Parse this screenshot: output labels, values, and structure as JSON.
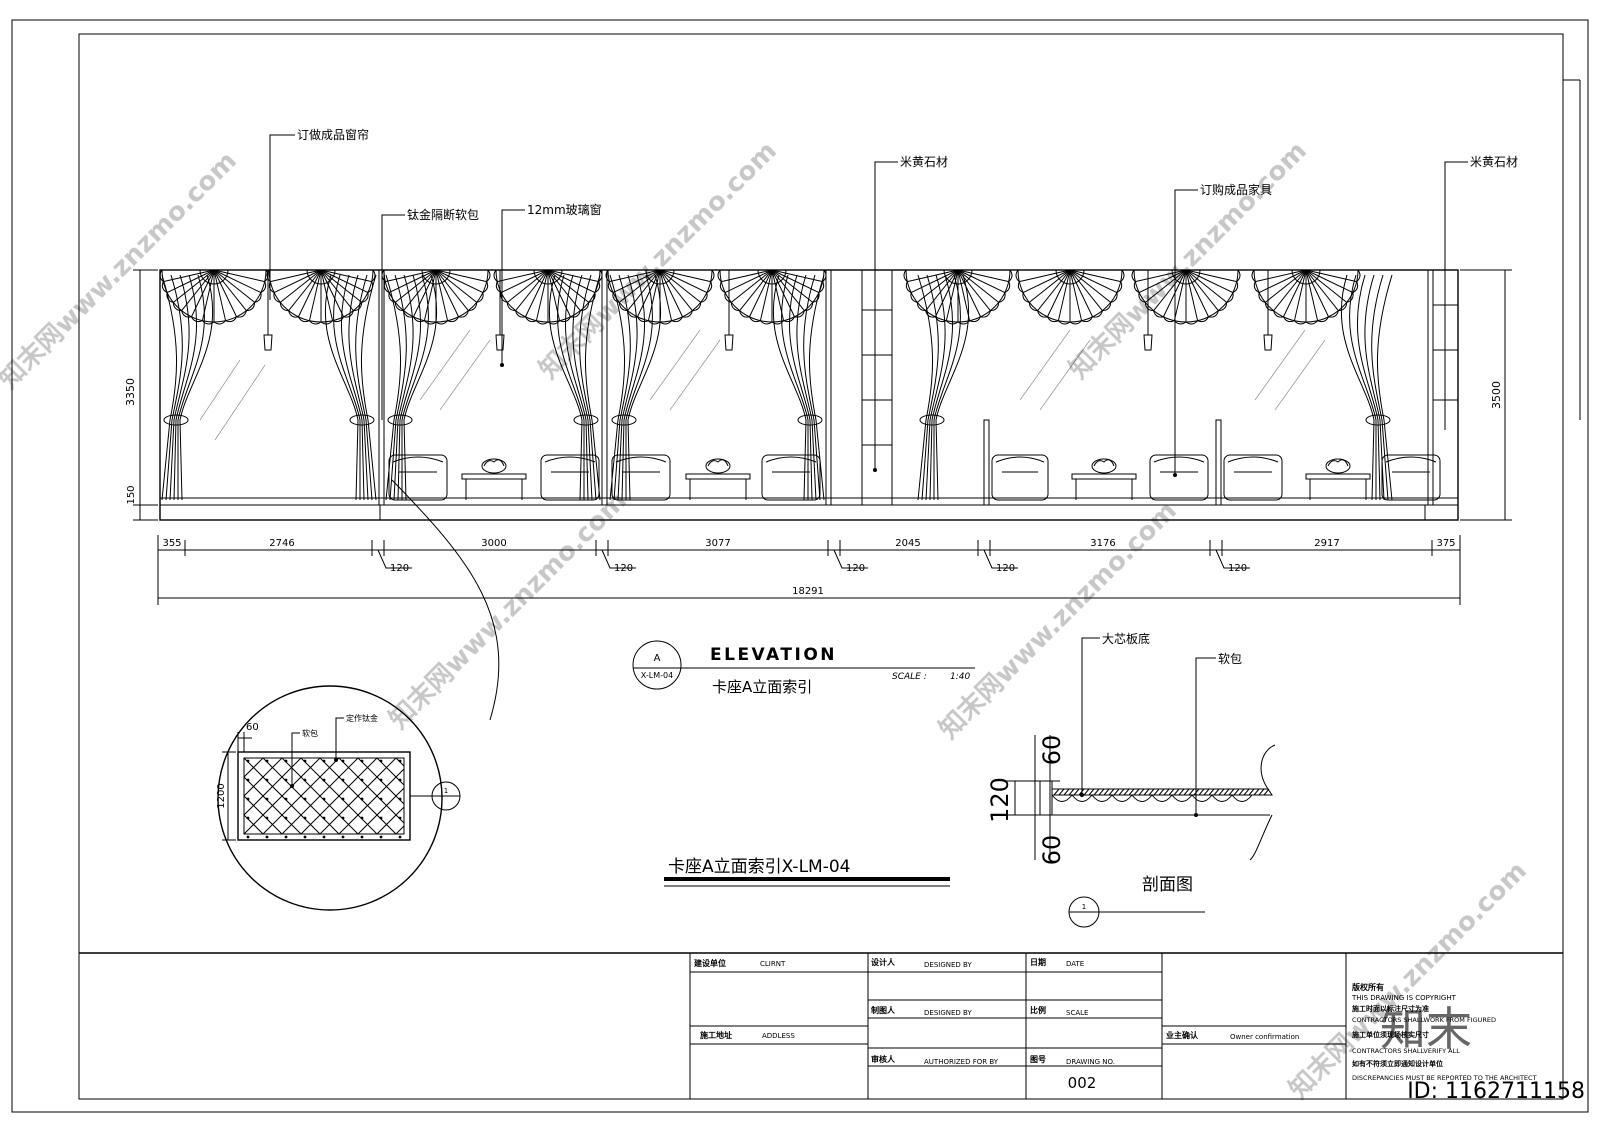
{
  "elevation": {
    "title": "ELEVATION",
    "subtitle": "卡座A立面索引",
    "scale_label": "SCALE :",
    "scale_value": "1:40",
    "symbol_letter": "A",
    "symbol_ref": "X-LM-04",
    "annotations": [
      "订做成品窗帘",
      "钛金隔断软包",
      "12mm玻璃窗",
      "米黄石材",
      "订购成品家具",
      "米黄石材"
    ],
    "height_left_total": "3350",
    "height_left_base": "150",
    "height_right": "3500",
    "segment_dims": [
      "355",
      "2746",
      "3000",
      "3077",
      "2045",
      "3176",
      "2917",
      "375"
    ],
    "gap_dims": [
      "120",
      "120",
      "120",
      "120",
      "120"
    ],
    "total_dim": "18291"
  },
  "detail": {
    "title": "卡座A立面索引X-LM-04",
    "dim_top": "60",
    "dim_left": "1200",
    "label_fabric": "软包",
    "label_titanium": "定作钛金",
    "symbol": "1"
  },
  "section": {
    "title": "剖面图",
    "label_board": "大芯板底",
    "label_fabric": "软包",
    "dim_top": "60",
    "dim_mid": "120",
    "dim_bottom": "60",
    "symbol": "1"
  },
  "title_block": {
    "client_cn": "建设单位",
    "client_en": "CLIRNT",
    "address_cn": "施工地址",
    "address_en": "ADDLESS",
    "designer_cn": "设计人",
    "designer_en": "DESIGNED BY",
    "drafter_cn": "制图人",
    "drafter_en": "DESIGNED BY",
    "reviewer_cn": "审核人",
    "reviewer_en": "AUTHORIZED FOR BY",
    "date_cn": "日期",
    "date_en": "DATE",
    "scale_cn": "比例",
    "scale_en": "SCALE",
    "drawing_no_cn": "图号",
    "drawing_no_en": "DRAWING NO.",
    "drawing_no_value": "002",
    "owner_cn": "业主确认",
    "owner_en": "Owner  confirmation",
    "copyright_lines": [
      "版权所有",
      "THIS DRAWING IS COPYRIGHT",
      "施工时面以标注尺寸为准",
      "CONTRACTORS SHALLWORK FROM FIGURED",
      "施工单位须现场核实尺寸",
      "CONTRACTORS SHALLVERIFY ALL",
      "如有不符须立即通知设计单位",
      "DISCREPANCIES MUST BE REPORTED TO THE ARCHITECT"
    ]
  },
  "watermark": {
    "site": "知末网www.znzmo.com",
    "brand": "知末",
    "id_text": "ID: 1162711158"
  }
}
